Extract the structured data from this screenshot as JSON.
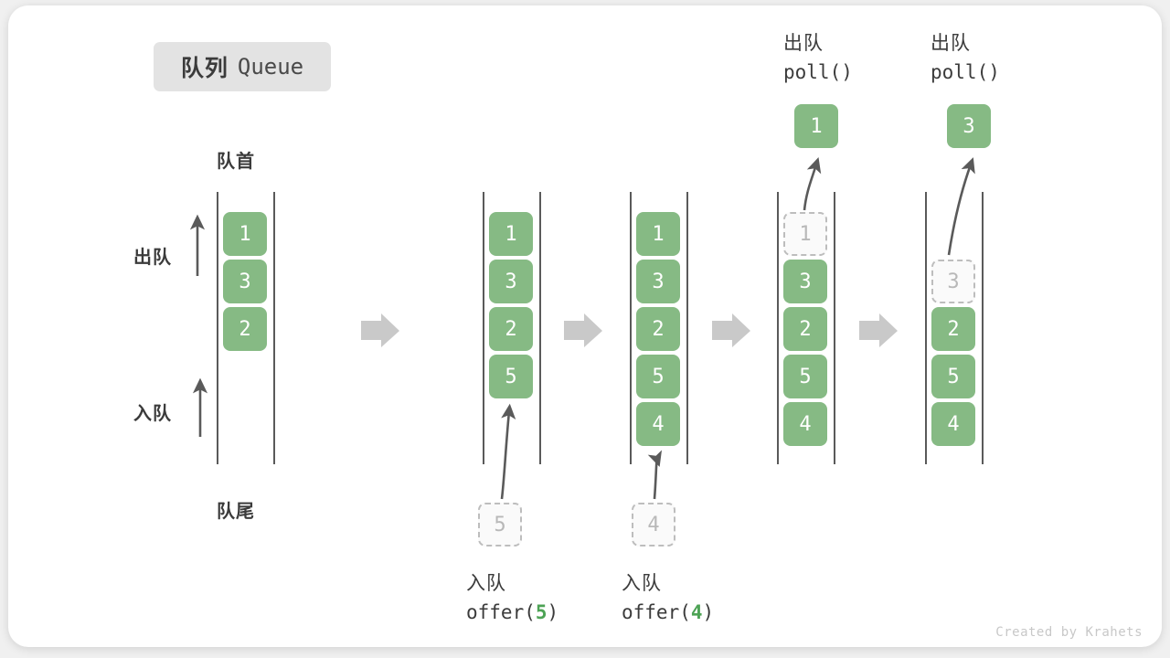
{
  "title": {
    "cn": "队列",
    "en": "Queue"
  },
  "credit": "Created by Krahets",
  "side_labels": {
    "head": "队首",
    "tail": "队尾",
    "dequeue": "出队",
    "enqueue": "入队"
  },
  "colors": {
    "cell_fill": "#86ba84",
    "cell_text": "#ffffff",
    "ghost_border": "#bdbdbd",
    "ghost_text": "#b8b8b8",
    "rail": "#5a5a5a",
    "step_arrow": "#c9c9c9",
    "accent_green": "#4da355",
    "chip_bg": "#e3e3e3",
    "card_bg": "#ffffff",
    "page_bg": "#f0f0f0"
  },
  "columns": [
    {
      "id": "state-initial",
      "cells": [
        {
          "value": "1",
          "state": "filled"
        },
        {
          "value": "3",
          "state": "filled"
        },
        {
          "value": "2",
          "state": "filled"
        }
      ]
    },
    {
      "id": "state-after-offer-5",
      "cells": [
        {
          "value": "1",
          "state": "filled"
        },
        {
          "value": "3",
          "state": "filled"
        },
        {
          "value": "2",
          "state": "filled"
        },
        {
          "value": "5",
          "state": "filled"
        }
      ],
      "incoming": {
        "value": "5",
        "state": "ghost"
      },
      "caption_cn": "入队",
      "caption_code_prefix": "offer(",
      "caption_code_arg": "5",
      "caption_code_suffix": ")"
    },
    {
      "id": "state-after-offer-4",
      "cells": [
        {
          "value": "1",
          "state": "filled"
        },
        {
          "value": "3",
          "state": "filled"
        },
        {
          "value": "2",
          "state": "filled"
        },
        {
          "value": "5",
          "state": "filled"
        },
        {
          "value": "4",
          "state": "filled"
        }
      ],
      "incoming": {
        "value": "4",
        "state": "ghost"
      },
      "caption_cn": "入队",
      "caption_code_prefix": "offer(",
      "caption_code_arg": "4",
      "caption_code_suffix": ")"
    },
    {
      "id": "state-after-poll-1",
      "cells": [
        {
          "value": "1",
          "state": "ghost"
        },
        {
          "value": "3",
          "state": "filled"
        },
        {
          "value": "2",
          "state": "filled"
        },
        {
          "value": "5",
          "state": "filled"
        },
        {
          "value": "4",
          "state": "filled"
        }
      ],
      "popped": {
        "value": "1",
        "state": "filled"
      },
      "header_cn": "出队",
      "header_code": "poll()"
    },
    {
      "id": "state-after-poll-3",
      "cells": [
        {
          "value": "",
          "state": "empty"
        },
        {
          "value": "3",
          "state": "ghost"
        },
        {
          "value": "2",
          "state": "filled"
        },
        {
          "value": "5",
          "state": "filled"
        },
        {
          "value": "4",
          "state": "filled"
        }
      ],
      "popped": {
        "value": "3",
        "state": "filled"
      },
      "header_cn": "出队",
      "header_code": "poll()"
    }
  ]
}
